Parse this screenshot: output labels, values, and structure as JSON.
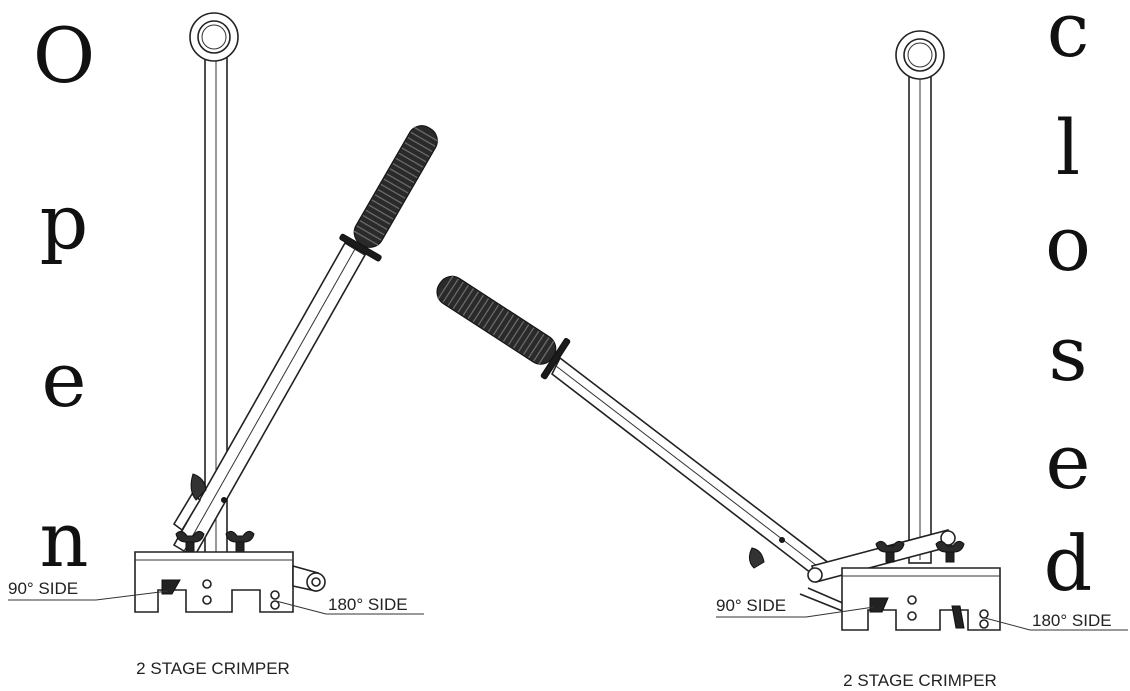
{
  "open_word": [
    "O",
    "p",
    "e",
    "n"
  ],
  "closed_word": [
    "c",
    "l",
    "o",
    "s",
    "e",
    "d"
  ],
  "open_crimper": {
    "label_90": "90° SIDE",
    "label_180": "180° SIDE",
    "caption": "2 STAGE CRIMPER"
  },
  "closed_crimper": {
    "label_90": "90° SIDE",
    "label_180": "180° SIDE",
    "caption": "2 STAGE CRIMPER"
  }
}
